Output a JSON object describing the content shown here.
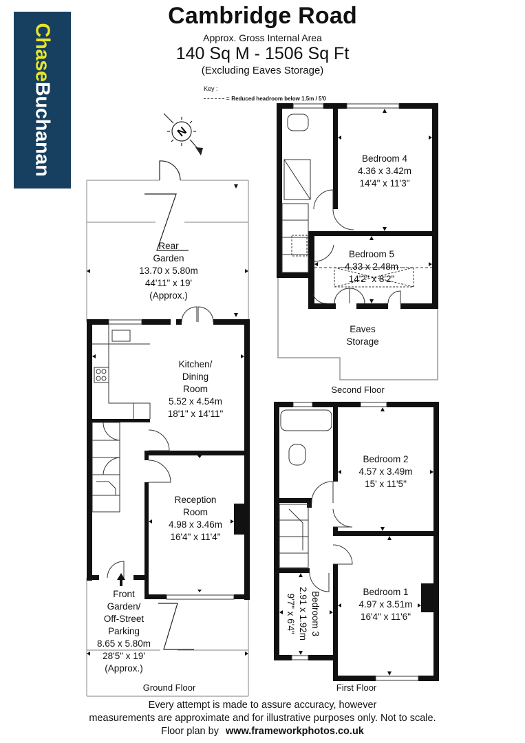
{
  "header": {
    "title": "Cambridge Road",
    "area_label": "Approx. Gross Internal Area",
    "area_value": "140 Sq M - 1506 Sq Ft",
    "area_note": "(Excluding Eaves Storage)"
  },
  "key": {
    "title": "Key :",
    "item": "Reduced  headroom below 1.5m / 5'0"
  },
  "logo": {
    "part1": "Chase",
    "part2": "Buchanan",
    "bg": "#173f5f",
    "accent": "#e8e52a"
  },
  "compass": {
    "letter": "N"
  },
  "rooms": {
    "rear_garden": {
      "name1": "Rear",
      "name2": "Garden",
      "metric": "13.70 x 5.80m",
      "imperial": "44'11\" x 19'",
      "note": "(Approx.)"
    },
    "kitchen": {
      "name1": "Kitchen/",
      "name2": "Dining",
      "name3": "Room",
      "metric": "5.52 x 4.54m",
      "imperial": "18'1\" x 14'11\""
    },
    "reception": {
      "name1": "Reception",
      "name2": "Room",
      "metric": "4.98 x 3.46m",
      "imperial": "16'4\" x 11'4\""
    },
    "front_garden": {
      "name1": "Front",
      "name2": "Garden/",
      "name3": "Off-Street",
      "name4": "Parking",
      "metric": "8.65 x 5.80m",
      "imperial": "28'5\" x 19'",
      "note": "(Approx.)"
    },
    "bedroom4": {
      "name": "Bedroom 4",
      "metric": "4.36 x 3.42m",
      "imperial": "14'4\" x 11'3\""
    },
    "bedroom5": {
      "name": "Bedroom 5",
      "metric": "4.33 x 2.48m",
      "imperial": "14'2\" x 8'2\""
    },
    "eaves": {
      "name1": "Eaves",
      "name2": "Storage"
    },
    "bedroom2": {
      "name": "Bedroom 2",
      "metric": "4.57 x 3.49m",
      "imperial": "15' x 11'5\""
    },
    "bedroom1": {
      "name": "Bedroom 1",
      "metric": "4.97 x 3.51m",
      "imperial": "16'4\" x 11'6\""
    },
    "bedroom3": {
      "name": "Bedroom 3",
      "metric": "2.91 x 1.92m",
      "imperial": "9'7\" x 6'4\""
    }
  },
  "floors": {
    "ground": "Ground Floor",
    "first": "First Floor",
    "second": "Second Floor"
  },
  "footer": {
    "line1": "Every attempt is made to assure accuracy, however",
    "line2": "measurements are approximate and for illustrative purposes only. Not to scale.",
    "credit_label": "Floor plan by",
    "credit_site": "www.frameworkphotos.co.uk"
  }
}
